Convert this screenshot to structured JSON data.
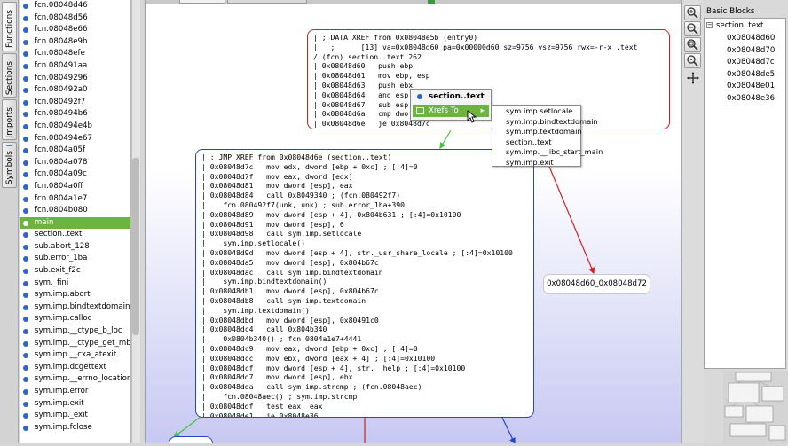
{
  "sidebar_tabs": [
    {
      "label": "Functions",
      "icon": "functions-icon",
      "color": "#3a6fd8"
    },
    {
      "label": "Sections",
      "icon": "sections-icon",
      "color": "#7a4fb0"
    },
    {
      "label": "Imports",
      "icon": "imports-icon",
      "color": "#b04f7a"
    },
    {
      "label": "Symbols",
      "icon": "symbols-icon",
      "color": "#4f8ab0"
    }
  ],
  "functions": [
    "fcn.08048d46",
    "fcn.08048d56",
    "fcn.08048e66",
    "fcn.08048e9b",
    "fcn.08048efe",
    "fcn.080491aa",
    "fcn.08049296",
    "fcn.080492a0",
    "fcn.080492f7",
    "fcn.080494b6",
    "fcn.080494e4b",
    "fcn.080494e67",
    "fcn.0804a05f",
    "fcn.0804a078",
    "fcn.0804a09c",
    "fcn.0804a0ff",
    "fcn.0804a1e7",
    "fcn.0804b080",
    "main",
    "section..text",
    "sub.abort_128",
    "sub.error_1ba",
    "sub.exit_f2c",
    "sym._fini",
    "sym.imp.abort",
    "sym.imp.bindtextdomain",
    "sym.imp.calloc",
    "sym.imp.__ctype_b_loc",
    "sym.imp.__ctype_get_mb_cur_max",
    "sym.imp.__cxa_atexit",
    "sym.imp.dcgettext",
    "sym.imp.__errno_location",
    "sym.imp.error",
    "sym.imp.exit",
    "sym.imp._exit",
    "sym.imp.fclose"
  ],
  "selected_function": "main",
  "graph": {
    "nodeA_lines": [
      "| ; DATA XREF from 0x08048e5b (entry0)",
      "|   ;      [13] va=0x08048d60 pa=0x00000d60 sz=9756 vsz=9756 rwx=-r-x .text",
      "/ (fcn) section..text 262",
      "| 0x08048d60   push ebp",
      "| 0x08048d61   mov ebp, esp",
      "| 0x08048d63   push ebx",
      "| 0x08048d64   and esp",
      "| 0x08048d67   sub esp",
      "| 0x08048d6a   cmp dwo",
      "| 0x08048d6e   je 0x8048d7c"
    ],
    "nodeB_lines": [
      "| ; JMP XREF from 0x08048d6e (section..text)",
      "| 0x08048d7c   mov edx, dword [ebp + 0xc] ; [:4]=0",
      "| 0x08048d7f   mov eax, dword [edx]",
      "| 0x08048d81   mov dword [esp], eax",
      "| 0x08048d84   call 0x8049340 ; (fcn.080492f7)",
      "|    fcn.080492f7(unk, unk) ; sub.error_1ba+390",
      "| 0x08048d89   mov dword [esp + 4], 0x804b631 ; [:4]=0x10100",
      "| 0x08048d91   mov dword [esp], 6",
      "| 0x08048d98   call sym.imp.setlocale",
      "|    sym.imp.setlocale()",
      "| 0x08048d9d   mov dword [esp + 4], str._usr_share_locale ; [:4]=0x10100",
      "| 0x08048da5   mov dword [esp], 0x804b67c",
      "| 0x08048dac   call sym.imp.bindtextdomain",
      "|    sym.imp.bindtextdomain()",
      "| 0x08048db1   mov dword [esp], 0x804b67c",
      "| 0x08048db8   call sym.imp.textdomain",
      "|    sym.imp.textdomain()",
      "| 0x08048dbd   mov dword [esp], 0x80491c0",
      "| 0x08048dc4   call 0x804b340",
      "|    0x0804b340() ; fcn.0804a1e7+4441",
      "| 0x08048dc9   mov eax, dword [ebp + 0xc] ; [:4]=0",
      "| 0x08048dcc   mov ebx, dword [eax + 4] ; [:4]=0x10100",
      "| 0x08048dcf   mov dword [esp + 4], str.__help ; [:4]=0x10100",
      "| 0x08048dd7   mov dword [esp], ebx",
      "| 0x08048dda   call sym.imp.strcmp ; (fcn.08048aec)",
      "|    fcn.08048aec() ; sym.imp.strcmp",
      "| 0x08048ddf   test eax, eax",
      "| 0x08048de1   je 0x8048e36"
    ],
    "nodeC_label": "0x08048d60_0x08048d72"
  },
  "context_menu": {
    "header": "section..text",
    "item": "Xrefs To",
    "arrow": "▸",
    "submenu": [
      "sym.imp.setlocale",
      "sym.imp.bindtextdomain",
      "sym.imp.textdomain",
      "section..text",
      "sym.imp.__libc_start_main",
      "sym.imp.exit"
    ]
  },
  "toolbar": {
    "icons": [
      "zoom-in-icon",
      "zoom-out-icon",
      "zoom-fit-icon",
      "zoom-reset-icon",
      "move-icon"
    ]
  },
  "basic_blocks": {
    "title": "Basic Blocks",
    "root": "section..text",
    "toggle": "−",
    "items": [
      "0x08048d60",
      "0x08048d70",
      "0x08048d7c",
      "0x08048de5",
      "0x08048e01",
      "0x08048e36"
    ]
  },
  "colors": {
    "accent_green": "#6cb33f",
    "edge_red": "#d42020",
    "edge_blue": "#2845c8",
    "edge_green": "#3cc43c"
  }
}
